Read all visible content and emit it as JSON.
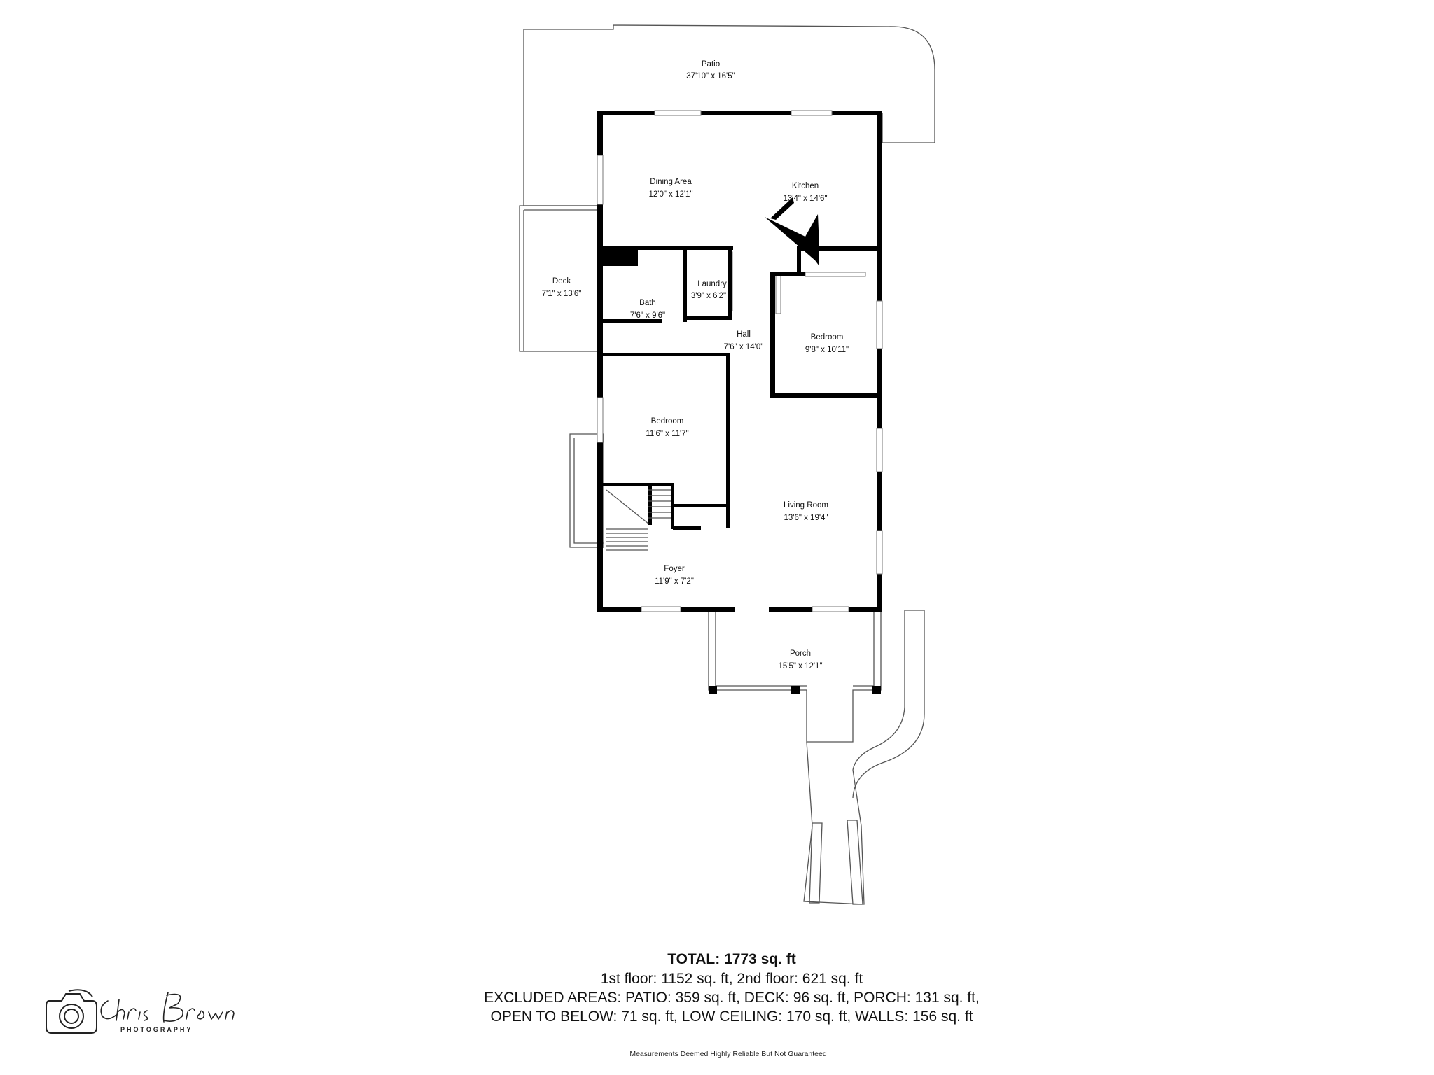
{
  "rooms": {
    "patio": {
      "name": "Patio",
      "dims": "37'10\" x 16'5\""
    },
    "dining": {
      "name": "Dining Area",
      "dims": "12'0\" x 12'1\""
    },
    "kitchen": {
      "name": "Kitchen",
      "dims": "13'4\" x 14'6\""
    },
    "deck": {
      "name": "Deck",
      "dims": "7'1\" x 13'6\""
    },
    "bath": {
      "name": "Bath",
      "dims": "7'6\" x 9'6\""
    },
    "laundry": {
      "name": "Laundry",
      "dims": "3'9\" x 6'2\""
    },
    "hall": {
      "name": "Hall",
      "dims": "7'6\" x 14'0\""
    },
    "bedroom1": {
      "name": "Bedroom",
      "dims": "9'8\" x 10'11\""
    },
    "bedroom2": {
      "name": "Bedroom",
      "dims": "11'6\" x 11'7\""
    },
    "living": {
      "name": "Living Room",
      "dims": "13'6\" x 19'4\""
    },
    "foyer": {
      "name": "Foyer",
      "dims": "11'9\" x 7'2\""
    },
    "porch": {
      "name": "Porch",
      "dims": "15'5\" x 12'1\""
    }
  },
  "summary": {
    "total": "TOTAL: 1773 sq. ft",
    "floors": "1st floor: 1152 sq. ft, 2nd floor: 621 sq. ft",
    "excluded1": "EXCLUDED AREAS: PATIO: 359 sq. ft, DECK: 96 sq. ft, PORCH: 131 sq. ft,",
    "excluded2": "OPEN TO BELOW: 71 sq. ft, LOW CEILING: 170 sq. ft, WALLS: 156 sq. ft"
  },
  "disclaimer": "Measurements Deemed Highly Reliable But Not Guaranteed",
  "logo": {
    "script_text": "Chris Brown",
    "sub_text": "PHOTOGRAPHY",
    "icon": "camera-icon"
  }
}
